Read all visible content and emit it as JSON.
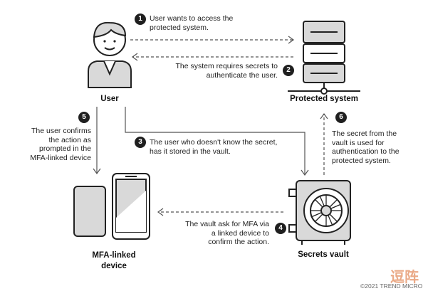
{
  "nodes": {
    "user": "User",
    "protected_system": "Protected system",
    "mfa_device": "MFA-linked\ndevice",
    "secrets_vault": "Secrets vault"
  },
  "steps": [
    {
      "num": "1",
      "text": "User wants to access the\nprotected system."
    },
    {
      "num": "2",
      "text": "The system requires secrets to\nauthenticate the user."
    },
    {
      "num": "3",
      "text": "The user who doesn't know the secret,\nhas it stored in the vault."
    },
    {
      "num": "4",
      "text": "The vault ask for MFA via\na linked device to\nconfirm the action."
    },
    {
      "num": "5",
      "text": "The user confirms\nthe action as\nprompted in the\nMFA-linked device"
    },
    {
      "num": "6",
      "text": "The secret from the\nvault is used for\nauthentication to the\nprotected system."
    }
  ],
  "footer": {
    "copyright": "©2021 TREND MICRO",
    "watermark": "逗阵"
  }
}
